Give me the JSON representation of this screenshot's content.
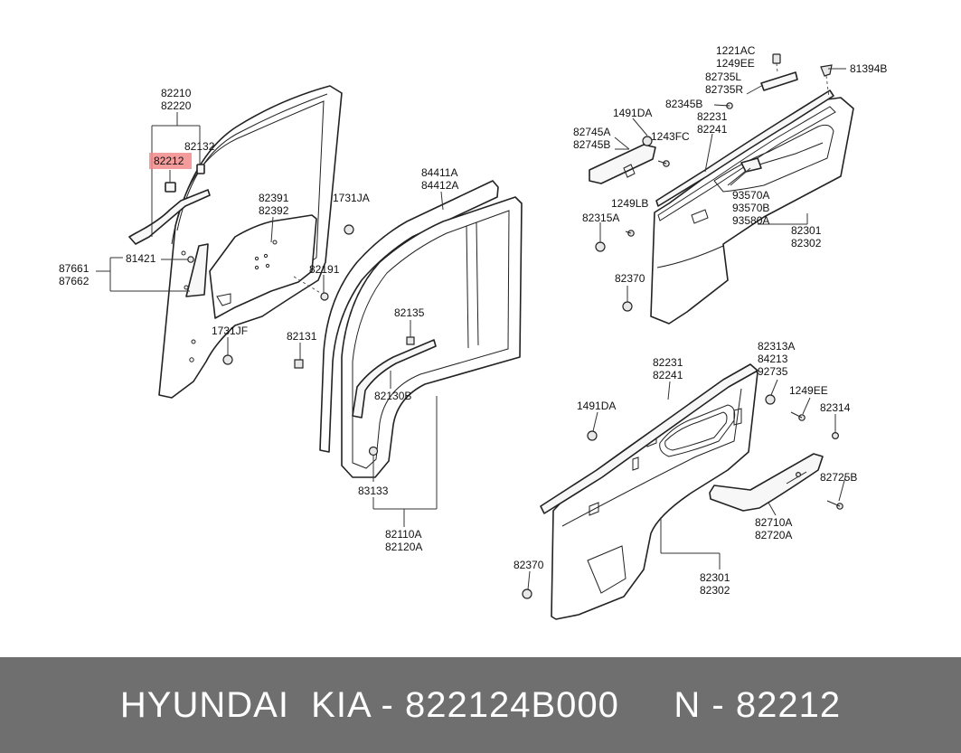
{
  "diagram": {
    "labels": {
      "l82210": "82210",
      "l82220": "82220",
      "l82132": "82132",
      "l82212": "82212",
      "l87661": "87661",
      "l87662": "87662",
      "l81421": "81421",
      "l82391": "82391",
      "l82392": "82392",
      "l1731JA": "1731JA",
      "l82191": "82191",
      "l1731JF": "1731JF",
      "l82131": "82131",
      "l84411A": "84411A",
      "l84412A": "84412A",
      "l82135": "82135",
      "l82130B": "82130B",
      "l83133": "83133",
      "l82110A": "82110A",
      "l82120A": "82120A",
      "l1221AC": "1221AC",
      "l1249EE_t": "1249EE",
      "l82735L": "82735L",
      "l82735R": "82735R",
      "l81394B": "81394B",
      "l82345B": "82345B",
      "l1491DA_t": "1491DA",
      "l82231_t": "82231",
      "l82241_t": "82241",
      "l82745A": "82745A",
      "l82745B": "82745B",
      "l1243FC": "1243FC",
      "l93570A": "93570A",
      "l93570B": "93570B",
      "l93580A": "93580A",
      "l1249LB": "1249LB",
      "l82315A": "82315A",
      "l82301_t": "82301",
      "l82302_t": "82302",
      "l82370_t": "82370",
      "l82313A": "82313A",
      "l84213": "84213",
      "l92735": "92735",
      "l82231_b": "82231",
      "l82241_b": "82241",
      "l1491DA_b": "1491DA",
      "l1249EE_b": "1249EE",
      "l82314": "82314",
      "l82725B": "82725B",
      "l82710A": "82710A",
      "l82720A": "82720A",
      "l82301_b": "82301",
      "l82302_b": "82302",
      "l82370_b": "82370"
    },
    "highlight_color": "#f28b8b"
  },
  "footer": {
    "text": "HYUNDAI  KIA - 822124B000     N - 82212"
  }
}
